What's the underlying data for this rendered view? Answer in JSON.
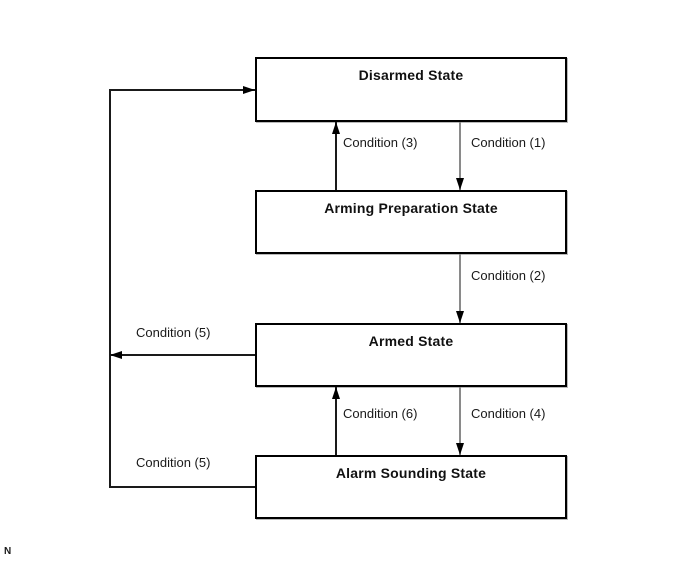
{
  "diagram": {
    "title": "security-system-state-transition-diagram",
    "states": [
      {
        "label": "Disarmed State"
      },
      {
        "label": "Arming Preparation State"
      },
      {
        "label": "Armed State"
      },
      {
        "label": "Alarm Sounding State"
      }
    ],
    "transitions": {
      "c1": "Condition (1)",
      "c2": "Condition (2)",
      "c3": "Condition (3)",
      "c4": "Condition (4)",
      "c5_upper": "Condition (5)",
      "c5_lower": "Condition (5)",
      "c6": "Condition (6)"
    },
    "footnote": "N",
    "colors": {
      "line_black": "#1a1a1a",
      "line_gray": "#8a8a8a",
      "box_border": "#000000",
      "background": "#ffffff"
    }
  }
}
